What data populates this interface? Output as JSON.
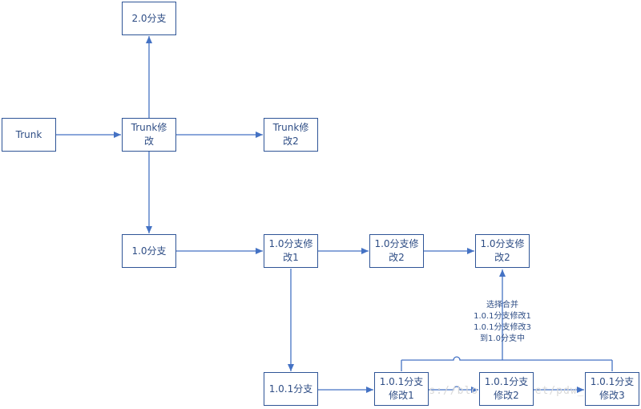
{
  "nodes": {
    "branch_2_0": "2.0分支",
    "trunk": "Trunk",
    "trunk_mod": "Trunk修\n改",
    "trunk_mod2": "Trunk修\n改2",
    "branch_1_0": "1.0分支",
    "branch_1_0_mod1": "1.0分支修\n改1",
    "branch_1_0_mod2": "1.0分支修\n改2",
    "branch_1_0_mod2_merged": "1.0分支修\n改2",
    "branch_1_0_1": "1.0.1分支",
    "branch_1_0_1_mod1": "1.0.1分支\n修改1",
    "branch_1_0_1_mod2": "1.0.1分支\n修改2",
    "branch_1_0_1_mod3": "1.0.1分支\n修改3"
  },
  "merge_note": "选择合并\n1.0.1分支修改1\n1.0.1分支修改3\n到1.0分支中",
  "watermark": "https://blog.csdn.net/pdw_jsp",
  "colors": {
    "border": "#2f5597",
    "arrow": "#4472c4",
    "text": "#2e4d85"
  }
}
